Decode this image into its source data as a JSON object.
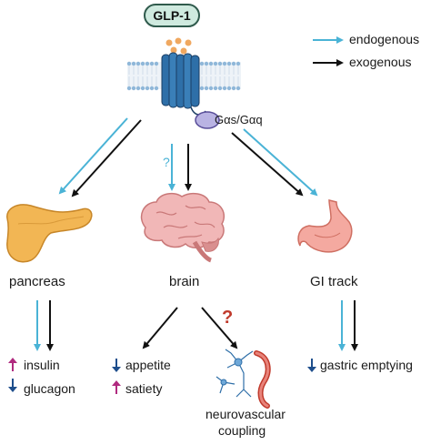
{
  "title": "GLP-1",
  "colors": {
    "endogenous": "#4ab3d6",
    "exogenous": "#111111",
    "increase": "#b02a7f",
    "decrease": "#1e4e8c",
    "question": "#c0392b"
  },
  "legend": [
    {
      "label": "endogenous",
      "color": "#4ab3d6"
    },
    {
      "label": "exogenous",
      "color": "#111111"
    }
  ],
  "receptor": {
    "gprotein_label": "Gαs/Gαq"
  },
  "organs": {
    "pancreas": {
      "label": "pancreas",
      "icon": "pancreas-icon"
    },
    "brain": {
      "label": "brain",
      "icon": "brain-icon",
      "question": "?"
    },
    "gi": {
      "label": "GI track",
      "icon": "stomach-icon"
    }
  },
  "effects": {
    "pancreas": [
      {
        "direction": "up",
        "text": "insulin"
      },
      {
        "direction": "down",
        "text": "glucagon"
      }
    ],
    "brain": [
      {
        "direction": "down",
        "text": "appetite"
      },
      {
        "direction": "up",
        "text": "satiety"
      }
    ],
    "neurovascular": {
      "line1": "neurovascular",
      "line2": "coupling",
      "question": "?"
    },
    "gi": [
      {
        "direction": "down",
        "text": "gastric emptying"
      }
    ]
  }
}
